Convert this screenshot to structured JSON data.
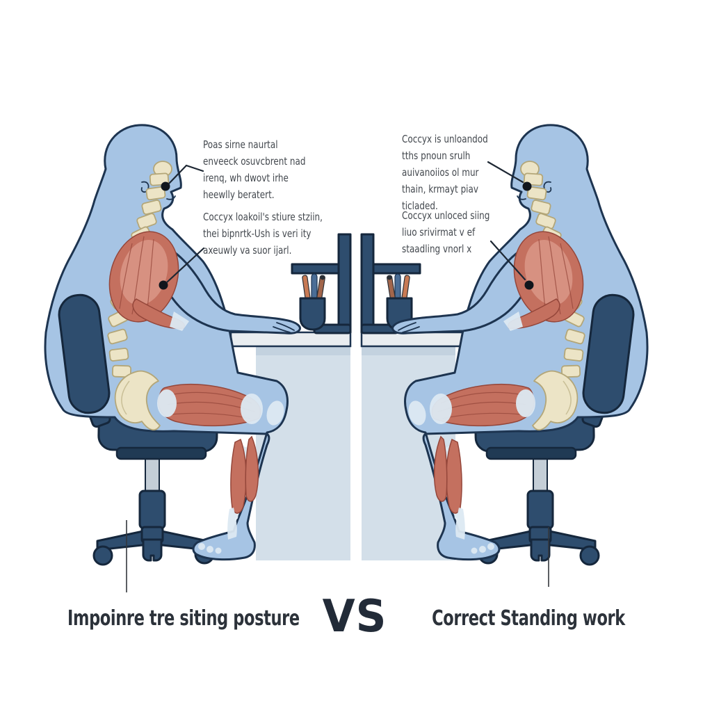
{
  "left_panel": {
    "caption": "Impoinre tre siting posture",
    "annotations": [
      {
        "lines": [
          "Poas sirne naurtal",
          "enveeck osuvcbrent nad",
          "irenq, wh dwovt irhe",
          "heewlly beratert."
        ]
      },
      {
        "lines": [
          "Coccyx loakoil's stiure stziin,",
          "thei bipnrtk-Ush is veri ity",
          "axeuwly va suor ijarl."
        ]
      }
    ]
  },
  "vs_label": "VS",
  "right_panel": {
    "caption": "Correct Standing work",
    "annotations": [
      {
        "lines": [
          "Coccyx is unloandod",
          "tths pnoun srulh",
          "auivanoiios ol mur",
          "thain, krmayt piav",
          "ticladed."
        ]
      },
      {
        "lines": [
          "Coccyx unloced siing",
          "liuo srivirmat v ef",
          "staadling vnorl x"
        ]
      }
    ]
  },
  "colors": {
    "body_blue": "#a6c4e4",
    "body_shade": "#8fb3d8",
    "outline": "#1d3450",
    "muscle": "#c4705f",
    "muscle_light": "#d79181",
    "muscle_dark": "#94463a",
    "fascia": "#dce9f2",
    "bone": "#ece4c6",
    "bone_outline": "#b3a678",
    "chair_navy": "#2e4d6e",
    "chair_plate": "#203a54",
    "chair_outline": "#15273c",
    "desk_top": "#e9edf0",
    "desk_panel": "#d3dfe9",
    "desk_shadow": "#c3d2df",
    "metal": "#c4ced7",
    "pen_orange": "#c87a54",
    "pen_blue": "#4a6d96",
    "pen_brown": "#a2664c",
    "annotation_text": "#43484e",
    "caption_text": "#2c323a",
    "vs_text": "#222b38"
  }
}
